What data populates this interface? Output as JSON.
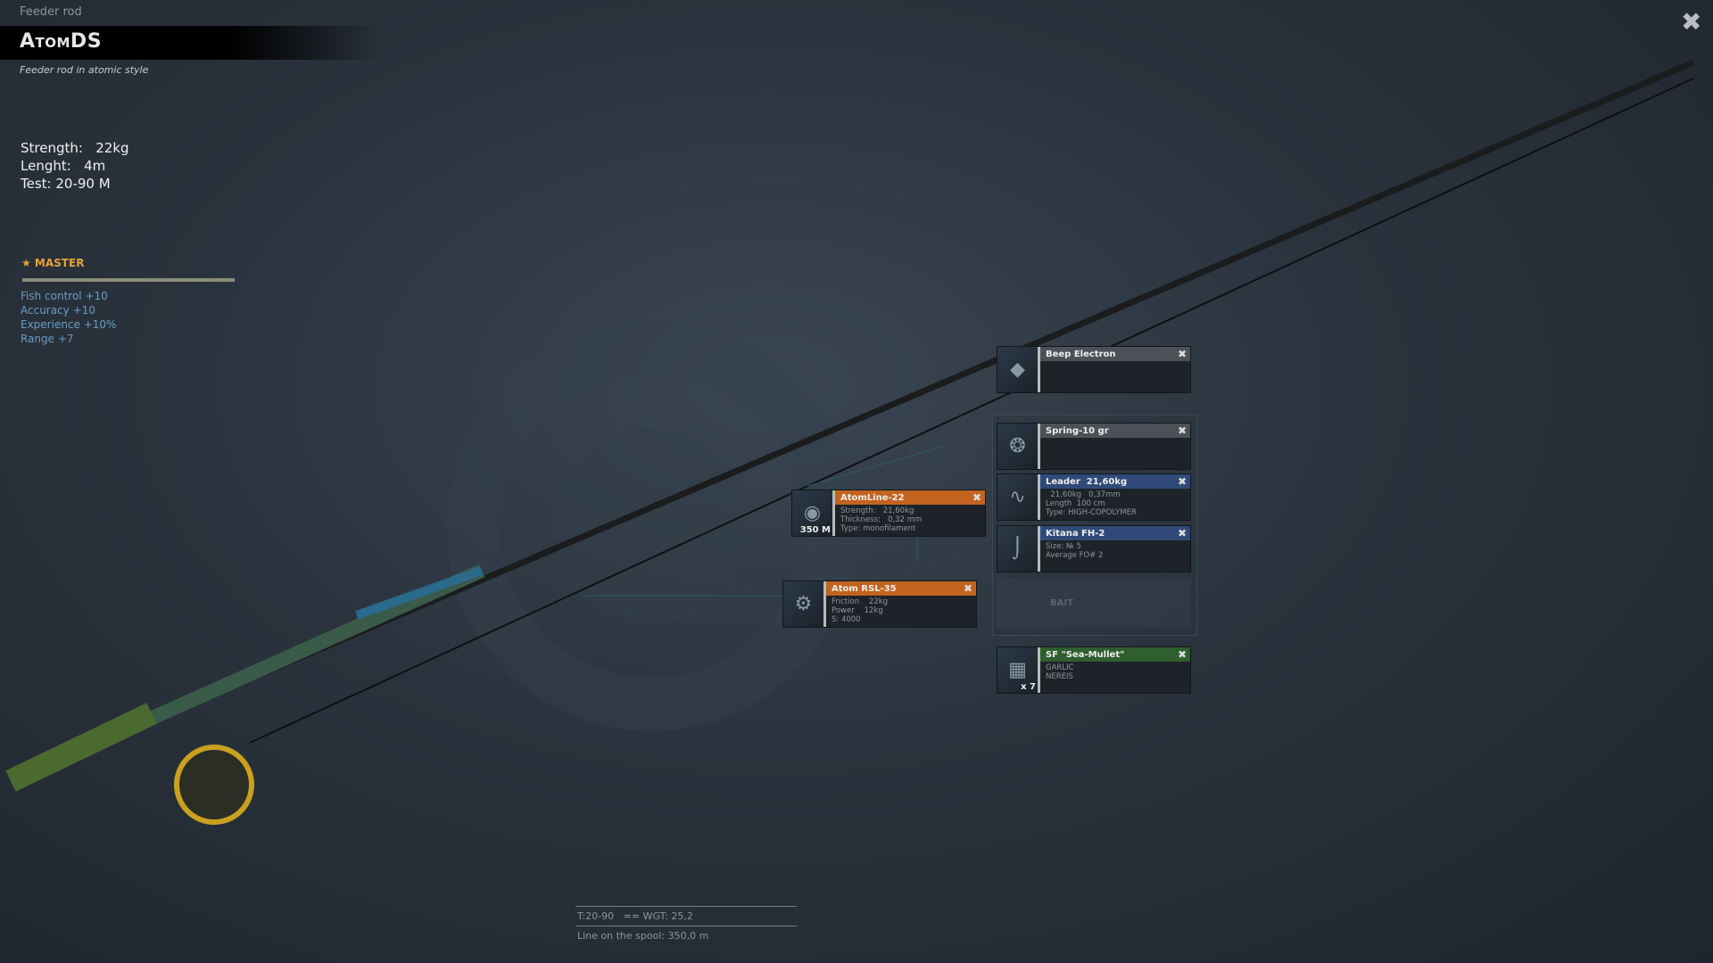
{
  "header": {
    "category": "Feeder rod",
    "title": "AtomDS",
    "description": "Feeder rod in atomic style"
  },
  "stats": {
    "strength": "Strength:   22kg",
    "length": "Lenght:   4m",
    "test": "Test: 20-90 M"
  },
  "rank": {
    "label": "★ MASTER",
    "progress": 1.0,
    "bonuses": [
      "Fish control +10",
      "Accuracy +10",
      "Experience +10%",
      "Range +7"
    ]
  },
  "equipment": {
    "bite_alarm": {
      "name": "Beep Electron",
      "info": []
    },
    "feeder": {
      "name": "Spring-10 gr",
      "info": []
    },
    "leader": {
      "name": "Leader  21,60kg",
      "info": [
        "  21,60kg   0,37mm",
        "Length  100 cm",
        "Type: HIGH-COPOLYMER"
      ]
    },
    "hook": {
      "name": "Kitana FH-2",
      "info": [
        "Size: № 5",
        "Average FO# 2"
      ]
    },
    "bait": {
      "label": "BAIT"
    },
    "groundbait": {
      "name": "SF \"Sea-Mullet\"",
      "info": [
        "GARLIC",
        "NEREIS"
      ],
      "quantity": "x 7"
    },
    "line": {
      "name": "AtomLine-22",
      "info": [
        "Strength:   21,60kg",
        "Thickness:   0,32 mm",
        "Type: monofilament"
      ],
      "length": "350 M"
    },
    "reel": {
      "name": "Atom RSL-35",
      "info": [
        "Friction    22kg",
        "Power    12kg",
        "S: 4000"
      ]
    }
  },
  "footer": {
    "summary": "T:20-90   == WGT: 25,2",
    "spool": "Line on the spool: 350,0 m"
  },
  "colors": {
    "accent_orange": "#c2641f",
    "accent_blue": "#2f4a78",
    "accent_green": "#2f5e2f",
    "rank": "#e6a23a"
  }
}
